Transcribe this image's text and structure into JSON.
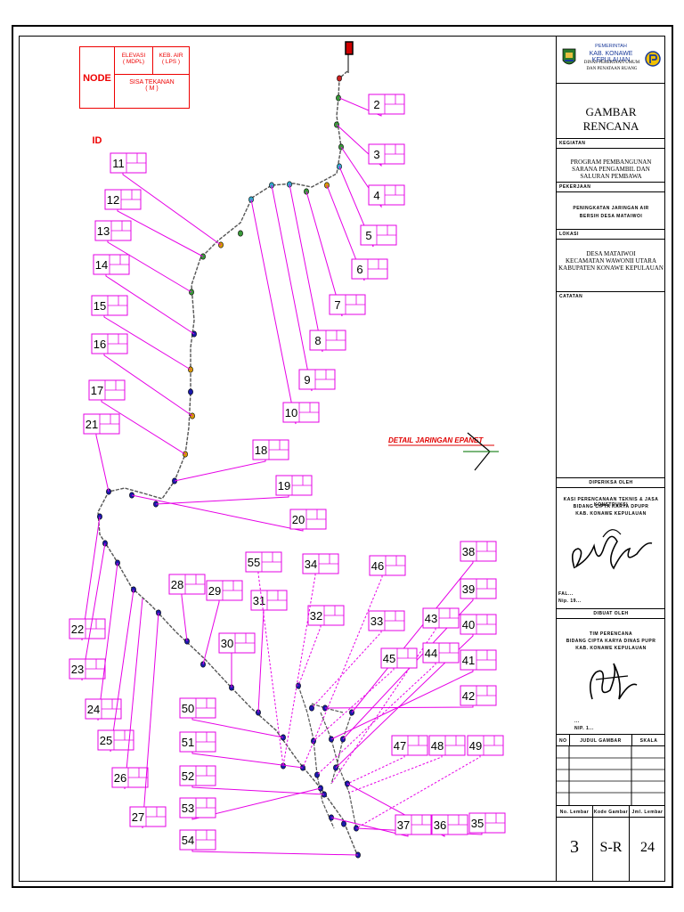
{
  "legend": {
    "node_id": "NODE ID",
    "elevasi": "ELEVASI",
    "elevasi_unit": "( MDPL)",
    "keb_air": "KEB. AIR",
    "keb_air_unit": "( LPS )",
    "sisa_tekanan": "SISA TEKANAN",
    "sisa_tekanan_unit": "( M )"
  },
  "detail_label": "DETAIL JARINGAN EPANET",
  "nodes": [
    {
      "id": "2"
    },
    {
      "id": "3"
    },
    {
      "id": "4"
    },
    {
      "id": "5"
    },
    {
      "id": "6"
    },
    {
      "id": "7"
    },
    {
      "id": "8"
    },
    {
      "id": "9"
    },
    {
      "id": "10"
    },
    {
      "id": "11"
    },
    {
      "id": "12"
    },
    {
      "id": "13"
    },
    {
      "id": "14"
    },
    {
      "id": "15"
    },
    {
      "id": "16"
    },
    {
      "id": "17"
    },
    {
      "id": "18"
    },
    {
      "id": "19"
    },
    {
      "id": "20"
    },
    {
      "id": "21"
    },
    {
      "id": "22"
    },
    {
      "id": "23"
    },
    {
      "id": "24"
    },
    {
      "id": "25"
    },
    {
      "id": "26"
    },
    {
      "id": "27"
    },
    {
      "id": "28"
    },
    {
      "id": "29"
    },
    {
      "id": "30"
    },
    {
      "id": "31"
    },
    {
      "id": "32"
    },
    {
      "id": "33"
    },
    {
      "id": "34"
    },
    {
      "id": "35"
    },
    {
      "id": "36"
    },
    {
      "id": "37"
    },
    {
      "id": "38"
    },
    {
      "id": "39"
    },
    {
      "id": "40"
    },
    {
      "id": "41"
    },
    {
      "id": "42"
    },
    {
      "id": "43"
    },
    {
      "id": "44"
    },
    {
      "id": "45"
    },
    {
      "id": "46"
    },
    {
      "id": "47"
    },
    {
      "id": "48"
    },
    {
      "id": "49"
    },
    {
      "id": "50"
    },
    {
      "id": "51"
    },
    {
      "id": "52"
    },
    {
      "id": "53"
    },
    {
      "id": "54"
    },
    {
      "id": "55"
    }
  ],
  "title_block": {
    "pemerintah": "PEMERINTAH",
    "kabupaten": "KAB. KONAWE KEPULAUAN",
    "dinas": "DINAS PEKERJAAN UMUM DAN PENATAAN RUANG",
    "gambar_rencana": "GAMBAR RENCANA",
    "kegiatan_label": "KEGIATAN",
    "kegiatan": "PROGRAM PEMBANGUNAN SARANA PENGAMBIL DAN SALURAN PEMBAWA",
    "pekerjaan_label": "PEKERJAAN",
    "pekerjaan": "PENINGKATAN JARINGAN AIR BERSIH DESA MATAIWOI",
    "lokasi_label": "LOKASI",
    "lokasi_1": "DESA MATAIWOI",
    "lokasi_2": "KECAMATAN WAWONII UTARA",
    "lokasi_3": "KABUPATEN KONAWE KEPULAUAN",
    "catatan_label": "CATATAN",
    "diperiksa_label": "DIPERIKSA OLEH",
    "diperiksa_jabatan": "KASI PERENCANAAN TEKNIS & JASA KONSTRUKSI",
    "diperiksa_bidang": "BIDANG CIPTA KARYA DPUPR",
    "diperiksa_kab": "KAB. KONAWE KEPULAUAN",
    "diperiksa_nama": "FAL...",
    "diperiksa_nip": "Nip. 19...",
    "dibuat_label": "DIBUAT OLEH",
    "dibuat_jabatan": "TIM PERENCANA",
    "dibuat_bidang": "BIDANG CIPTA KARYA DINAS PUPR",
    "dibuat_kab": "KAB. KONAWE KEPULAUAN",
    "dibuat_nama": "...",
    "dibuat_nip": "NIP. 1...",
    "col_no": "NO",
    "col_judul": "JUDUL GAMBAR",
    "col_skala": "SKALA",
    "no_lembar_label": "No. Lembar",
    "kode_gambar_label": "Kode Gambar",
    "jml_lembar_label": "Jml. Lembar",
    "no_lembar": "3",
    "kode_gambar": "S-R",
    "jml_lembar": "24"
  },
  "colors": {
    "pipe": "#e600e6",
    "pipe_main": "#555555",
    "node_blue": "#1a1aaa",
    "node_green": "#3a9a3a",
    "node_cyan": "#33aacc",
    "node_orange": "#d99a00",
    "legend_red": "#e00000",
    "tank": "#d00000",
    "detail_red": "#e00000"
  }
}
